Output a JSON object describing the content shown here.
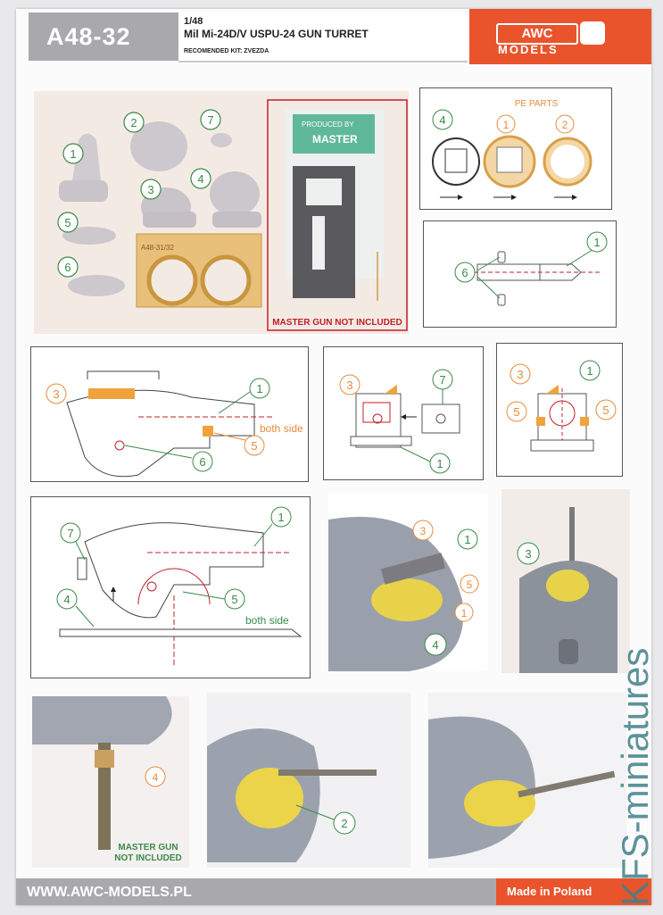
{
  "header": {
    "code": "A48-32",
    "scale": "1/48",
    "title": "Mil Mi-24D/V  USPU-24 GUN TURRET",
    "recommended_kit": "RECOMENDED KIT: ZVEZDA",
    "logo_top": "AWC",
    "logo_bottom": "MODELS"
  },
  "parts_photo": {
    "master_label": "MASTER GUN NOT INCLUDED",
    "bag_text": "PRODUCED BY",
    "bag_brand": "MASTER",
    "pe_sheet_label": "A48-31/32",
    "numbers": [
      "1",
      "2",
      "3",
      "4",
      "5",
      "6",
      "7"
    ]
  },
  "pe_panel": {
    "title": "PE PARTS",
    "numbers": [
      "4",
      "1",
      "2"
    ]
  },
  "step2": {
    "numbers": [
      "1",
      "6"
    ]
  },
  "step3": {
    "numbers": [
      "3",
      "1",
      "5",
      "6"
    ],
    "note": "both side"
  },
  "step4": {
    "numbers": [
      "3",
      "7",
      "1"
    ]
  },
  "step5": {
    "numbers": [
      "3",
      "1",
      "5",
      "5"
    ]
  },
  "step6": {
    "numbers": [
      "7",
      "1",
      "4",
      "5"
    ],
    "note": "both side"
  },
  "photo_row1": {
    "numbers": [
      "3",
      "1",
      "5",
      "1",
      "4",
      "3"
    ]
  },
  "photo_row2": {
    "numbers": [
      "4",
      "2"
    ],
    "master_note_1": "MASTER GUN",
    "master_note_2": "NOT INCLUDED"
  },
  "footer": {
    "url": "WWW.AWC-MODELS.PL",
    "made": "Made in Poland"
  },
  "watermark": "KFS-miniatures",
  "colors": {
    "accent": "#e9542c",
    "grey": "#a9a9ad",
    "green": "#3a8a48",
    "orange": "#e88b3c"
  }
}
